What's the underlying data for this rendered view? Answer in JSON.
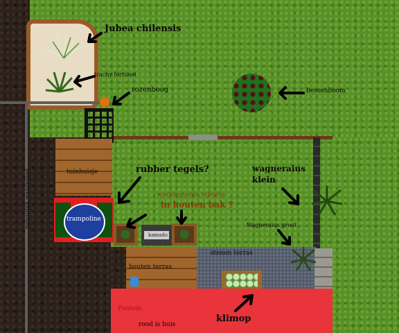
{
  "labels": {
    "jubea": "Jubea chilensis",
    "trachy": "trachy fortunei",
    "rozenboog": "rozenboog",
    "bessenboom": "bessenboom",
    "natuurlijk_wandelpad": "natuurlijk wandelpad",
    "tuinhuisje": "tuinhuisje",
    "trampoline": "trampoline",
    "rubber_tegels": "rubber tegels?",
    "washingtonia_1": "washingtonia robusta",
    "washingtonia_2": "in houten bak ?",
    "wagneraius_klein_1": "wagneraius",
    "wagneraius_klein_2": "klein",
    "wagneraius_groot": "Wagneraius groot",
    "kamado": "kamado",
    "houten_terras": "houten terras",
    "stenen_terras": "stenen terras",
    "fontein": "Fontein",
    "klimop": "klimop",
    "rood_is_huis": "rood is huis"
  },
  "colors": {
    "house": "#e8343a",
    "trampoline_red": "#e02020",
    "trampoline_blue": "#1e3fa0",
    "fountain": "#2f8fe0",
    "fontein_text": "#b01010",
    "orange_label": "#8a3a00",
    "bush": "#1f6f1f",
    "berries": "#5a0e12"
  }
}
